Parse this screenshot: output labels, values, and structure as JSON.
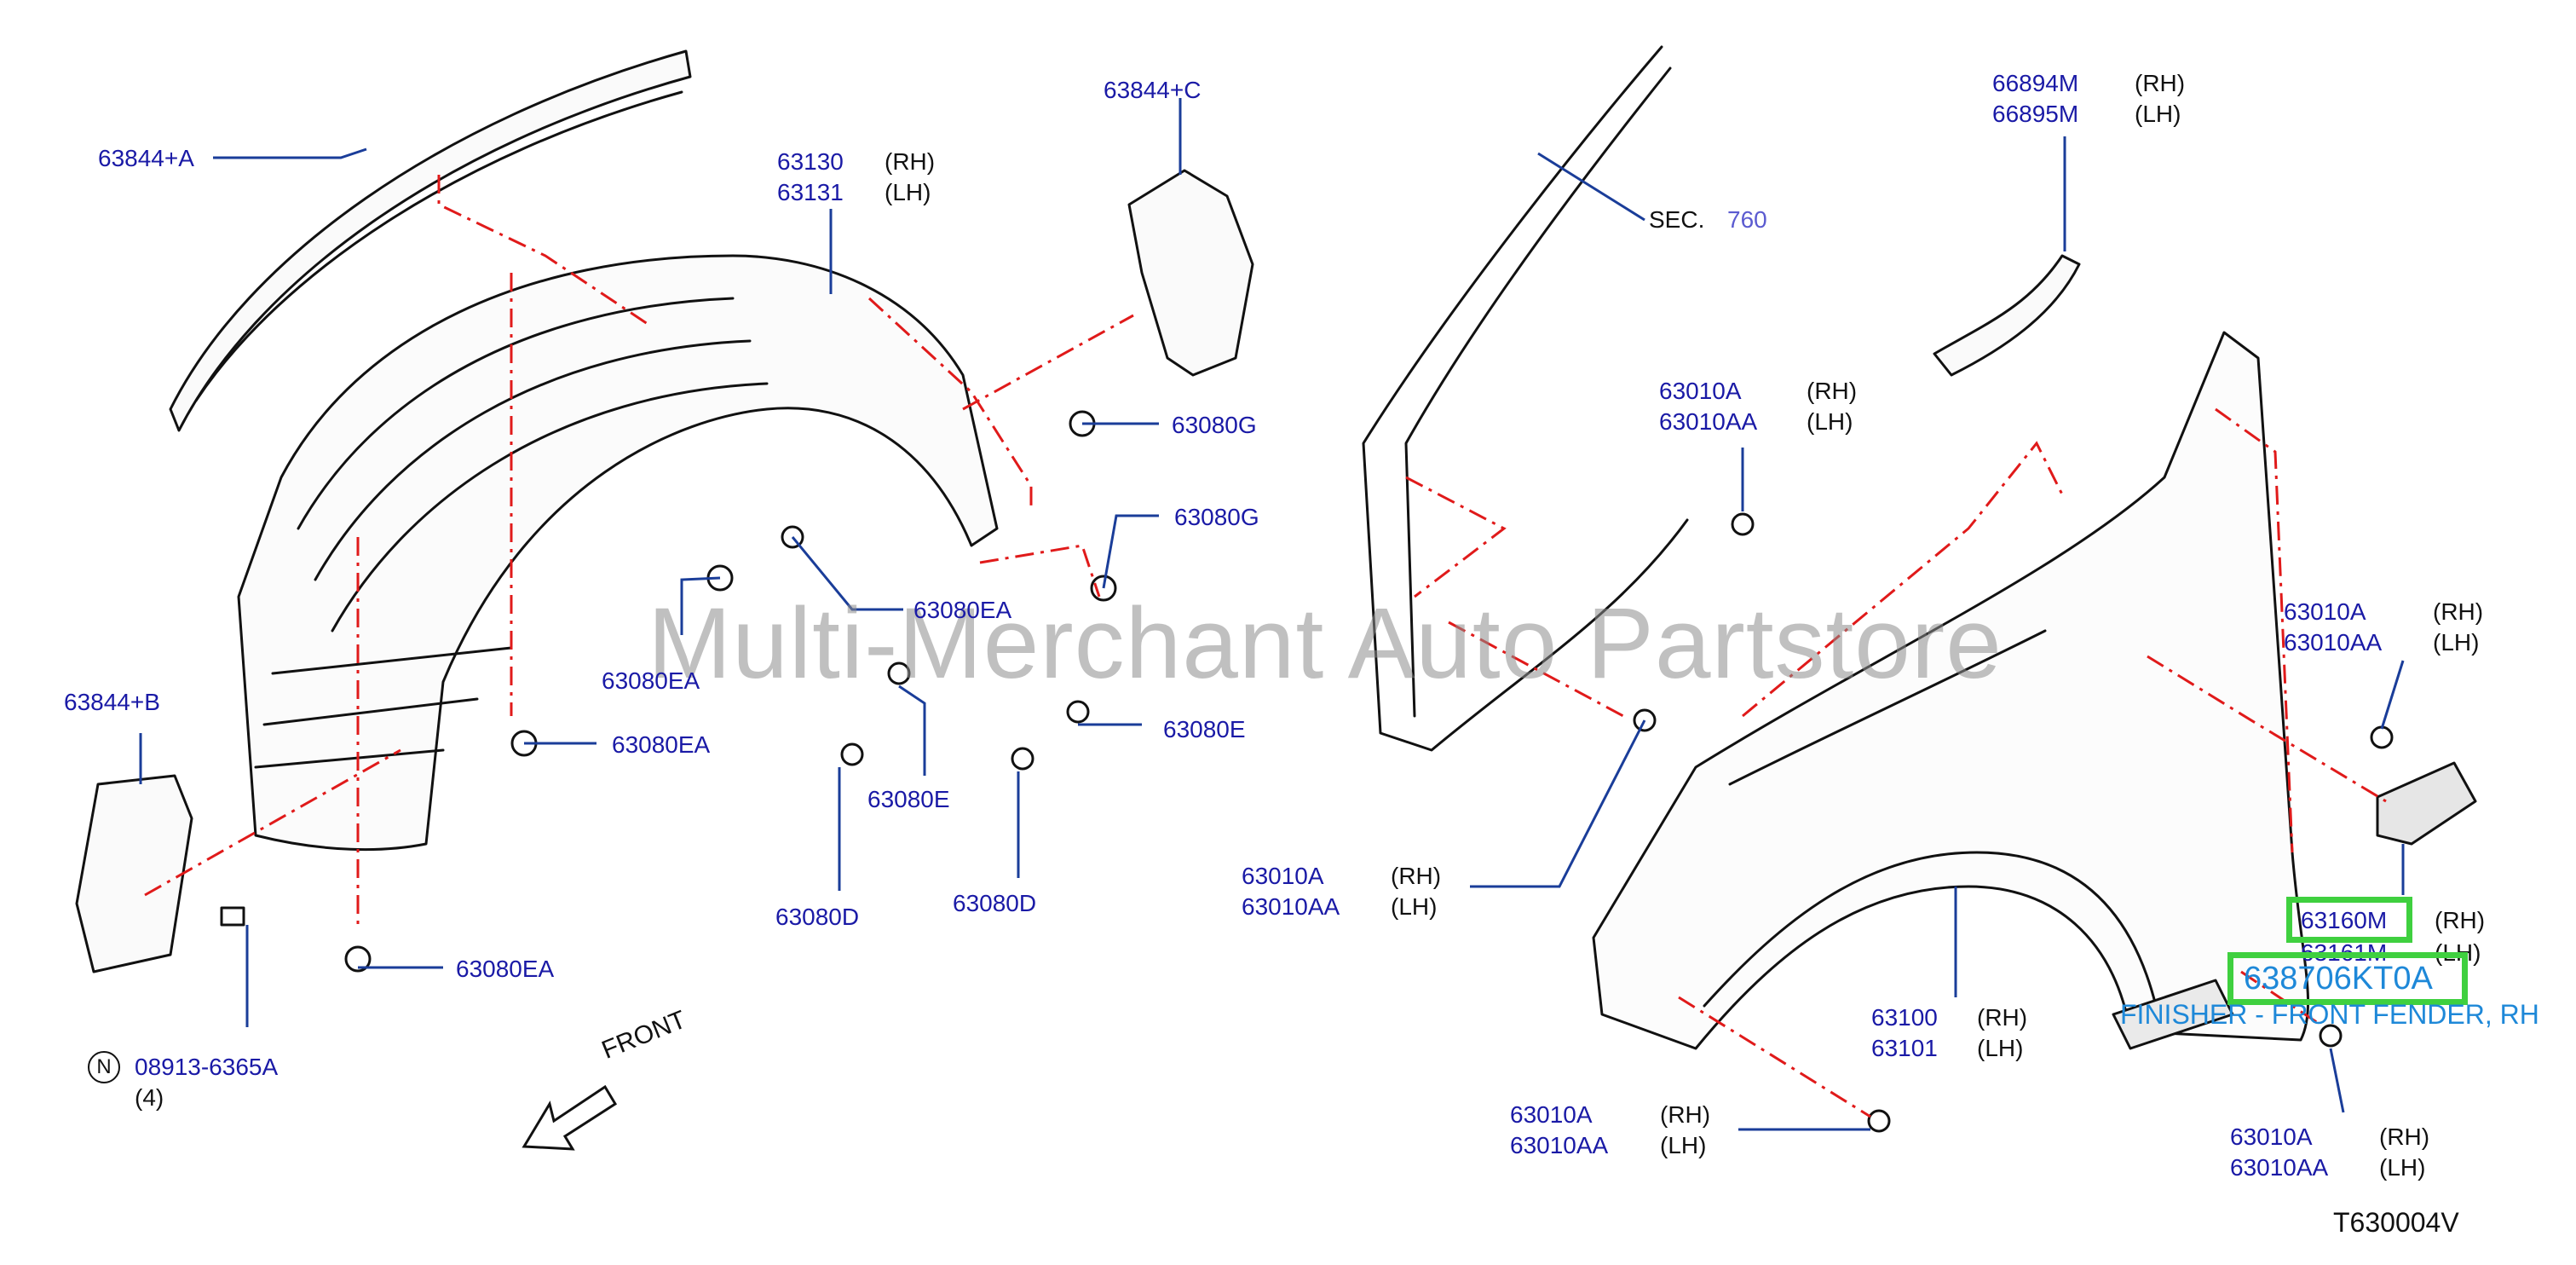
{
  "watermark": "Multi-Merchant Auto Partstore",
  "diagram_code": "T630004V",
  "front_label": "FRONT",
  "sec_ref": {
    "prefix": "SEC.",
    "number": "760"
  },
  "selected": {
    "part_number": "638706KT0A",
    "description": "FINISHER - FRONT FENDER, RH"
  },
  "nut_symbol": "N",
  "labels": {
    "p63844A": "63844+A",
    "p63844B": "63844+B",
    "p63844C": "63844+C",
    "p63130": "63130",
    "p63131": "63131",
    "p63080G_1": "63080G",
    "p63080G_2": "63080G",
    "p63080EA_1": "63080EA",
    "p63080EA_2": "63080EA",
    "p63080EA_3": "63080EA",
    "p63080EA_4": "63080EA",
    "p63080E_1": "63080E",
    "p63080E_2": "63080E",
    "p63080D_1": "63080D",
    "p63080D_2": "63080D",
    "p08913": "08913-6365A",
    "p08913_qty": "(4)",
    "p66894M": "66894M",
    "p66895M": "66895M",
    "p63010A_1": "63010A",
    "p63010AA_1": "63010AA",
    "p63010A_2": "63010A",
    "p63010AA_2": "63010AA",
    "p63010A_3": "63010A",
    "p63010AA_3": "63010AA",
    "p63010A_4": "63010A",
    "p63010AA_4": "63010AA",
    "p63010A_5": "63010A",
    "p63010AA_5": "63010AA",
    "p63160M": "63160M",
    "p63161M": "63161M",
    "p63100": "63100",
    "p63101": "63101",
    "rh": "(RH)",
    "lh": "(LH)"
  },
  "colors": {
    "part_link": "#1a1aa6",
    "leader": "#1a3d99",
    "dashdot": "#e01a1a",
    "highlight": "#3fd03f",
    "selected_text": "#1e88d8",
    "watermark": "#8c8c8c"
  }
}
